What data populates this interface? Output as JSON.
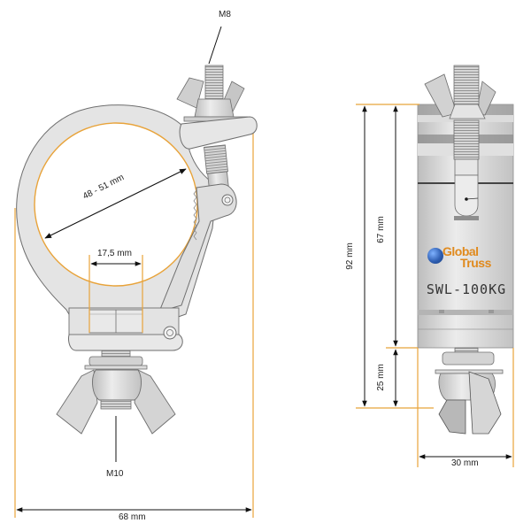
{
  "diagram": {
    "type": "technical-drawing",
    "subject": "Half coupler pipe clamp with wing nuts",
    "colors": {
      "dimension_line": "#e8a33a",
      "arrow": "#111111",
      "metal_light": "#e6e6e6",
      "metal_mid": "#c8c8c8",
      "metal_dark": "#8c8c8c",
      "outline": "#6e6e6e",
      "logo_orange": "#e08a1e",
      "logo_blue": "#2f5fb3"
    },
    "front_view": {
      "labels": {
        "top_bolt": "M8",
        "bottom_bolt": "M10",
        "pipe_diameter": "48 - 51 mm",
        "bolt_gap": "17,5 mm",
        "overall_width": "68 mm"
      }
    },
    "side_view": {
      "labels": {
        "overall_height": "92 mm",
        "body_height": "67 mm",
        "bolt_height": "25 mm",
        "body_width": "30 mm"
      },
      "marking": {
        "logo_line1": "Global",
        "logo_line2": "Truss",
        "load": "SWL-100KG"
      }
    }
  }
}
